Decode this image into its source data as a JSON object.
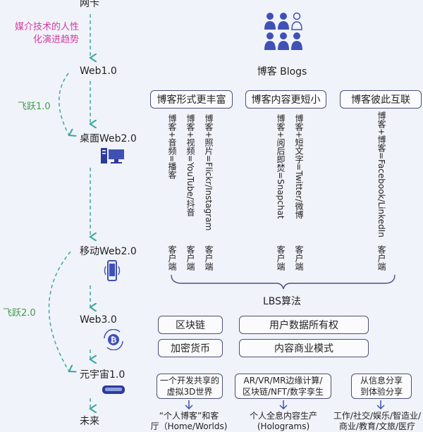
{
  "timeline": {
    "top_partial": "网卡",
    "trend_note": [
      "媒介技术的人性",
      "化演进趋势"
    ],
    "stages": [
      "Web1.0",
      "桌面Web2.0",
      "移动Web2.0",
      "Web3.0",
      "元宇宙1.0",
      "未来"
    ],
    "leap1": "飞跃1.0",
    "leap2": "飞跃2.0"
  },
  "blogs": {
    "title": "博客 Blogs",
    "categories": [
      "博客形式更丰富",
      "博客内容更短小",
      "博客彼此互联"
    ],
    "items": [
      "博客+音频=播客",
      "博客+视频=YouTube/抖音",
      "博客+照片=Flickr/Instagram",
      "博客+阅后即焚=Snapchat",
      "博客+短文字=Twitter/微博",
      "博客+博客=Facebook/LinkedIn"
    ],
    "client": "客户端",
    "lbs": "LBS算法"
  },
  "web3": {
    "boxes": [
      "区块链",
      "用户数据所有权",
      "加密货币",
      "内容商业模式"
    ]
  },
  "metaverse": {
    "boxes": [
      [
        "一个开发共享的",
        "虚拟3D世界"
      ],
      [
        "AR/VR/MR边缘计算/",
        "区块链/NFT/数字孪生"
      ],
      [
        "从信息分享",
        "到体验分享"
      ]
    ],
    "results": [
      [
        "“个人博客”和客",
        "厅（Home/Worlds)"
      ],
      [
        "个人全息内容生产",
        "(Holograms)"
      ],
      [
        "工作/社交/娱乐/智造业/",
        "商业/教育/文旅/医疗"
      ]
    ]
  },
  "colors": {
    "accent": "#3f51b5",
    "dash": "#3aa99f",
    "pink": "#d63aa0",
    "green": "#3f9b4a",
    "border": "#4b4f7a"
  }
}
